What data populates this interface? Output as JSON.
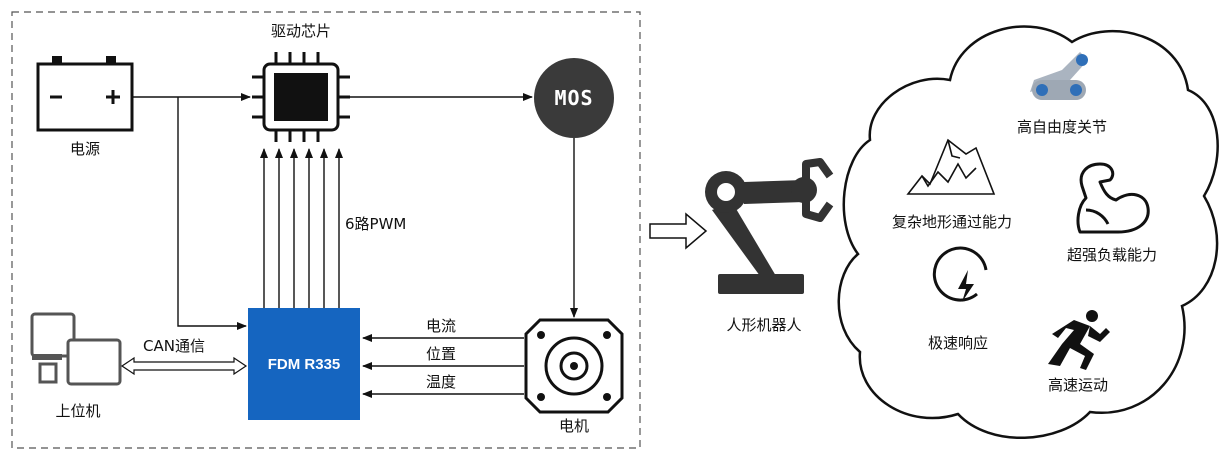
{
  "left_panel": {
    "driver_chip": "驱动芯片",
    "mos": "MOS",
    "power": "电源",
    "pwm": "6路PWM",
    "host": "上位机",
    "can": "CAN通信",
    "controller": "FDM R335",
    "motor": "电机",
    "feedback": [
      "电流",
      "位置",
      "温度"
    ]
  },
  "robot": {
    "label": "人形机器人"
  },
  "features": {
    "joint": "高自由度关节",
    "terrain": "复杂地形通过能力",
    "load": "超强负载能力",
    "response": "极速响应",
    "motion": "高速运动"
  },
  "colors": {
    "controller_blue": "#1565c0",
    "mos_dark": "#3a3a3a",
    "joint_blue": "#2f6fb8"
  }
}
